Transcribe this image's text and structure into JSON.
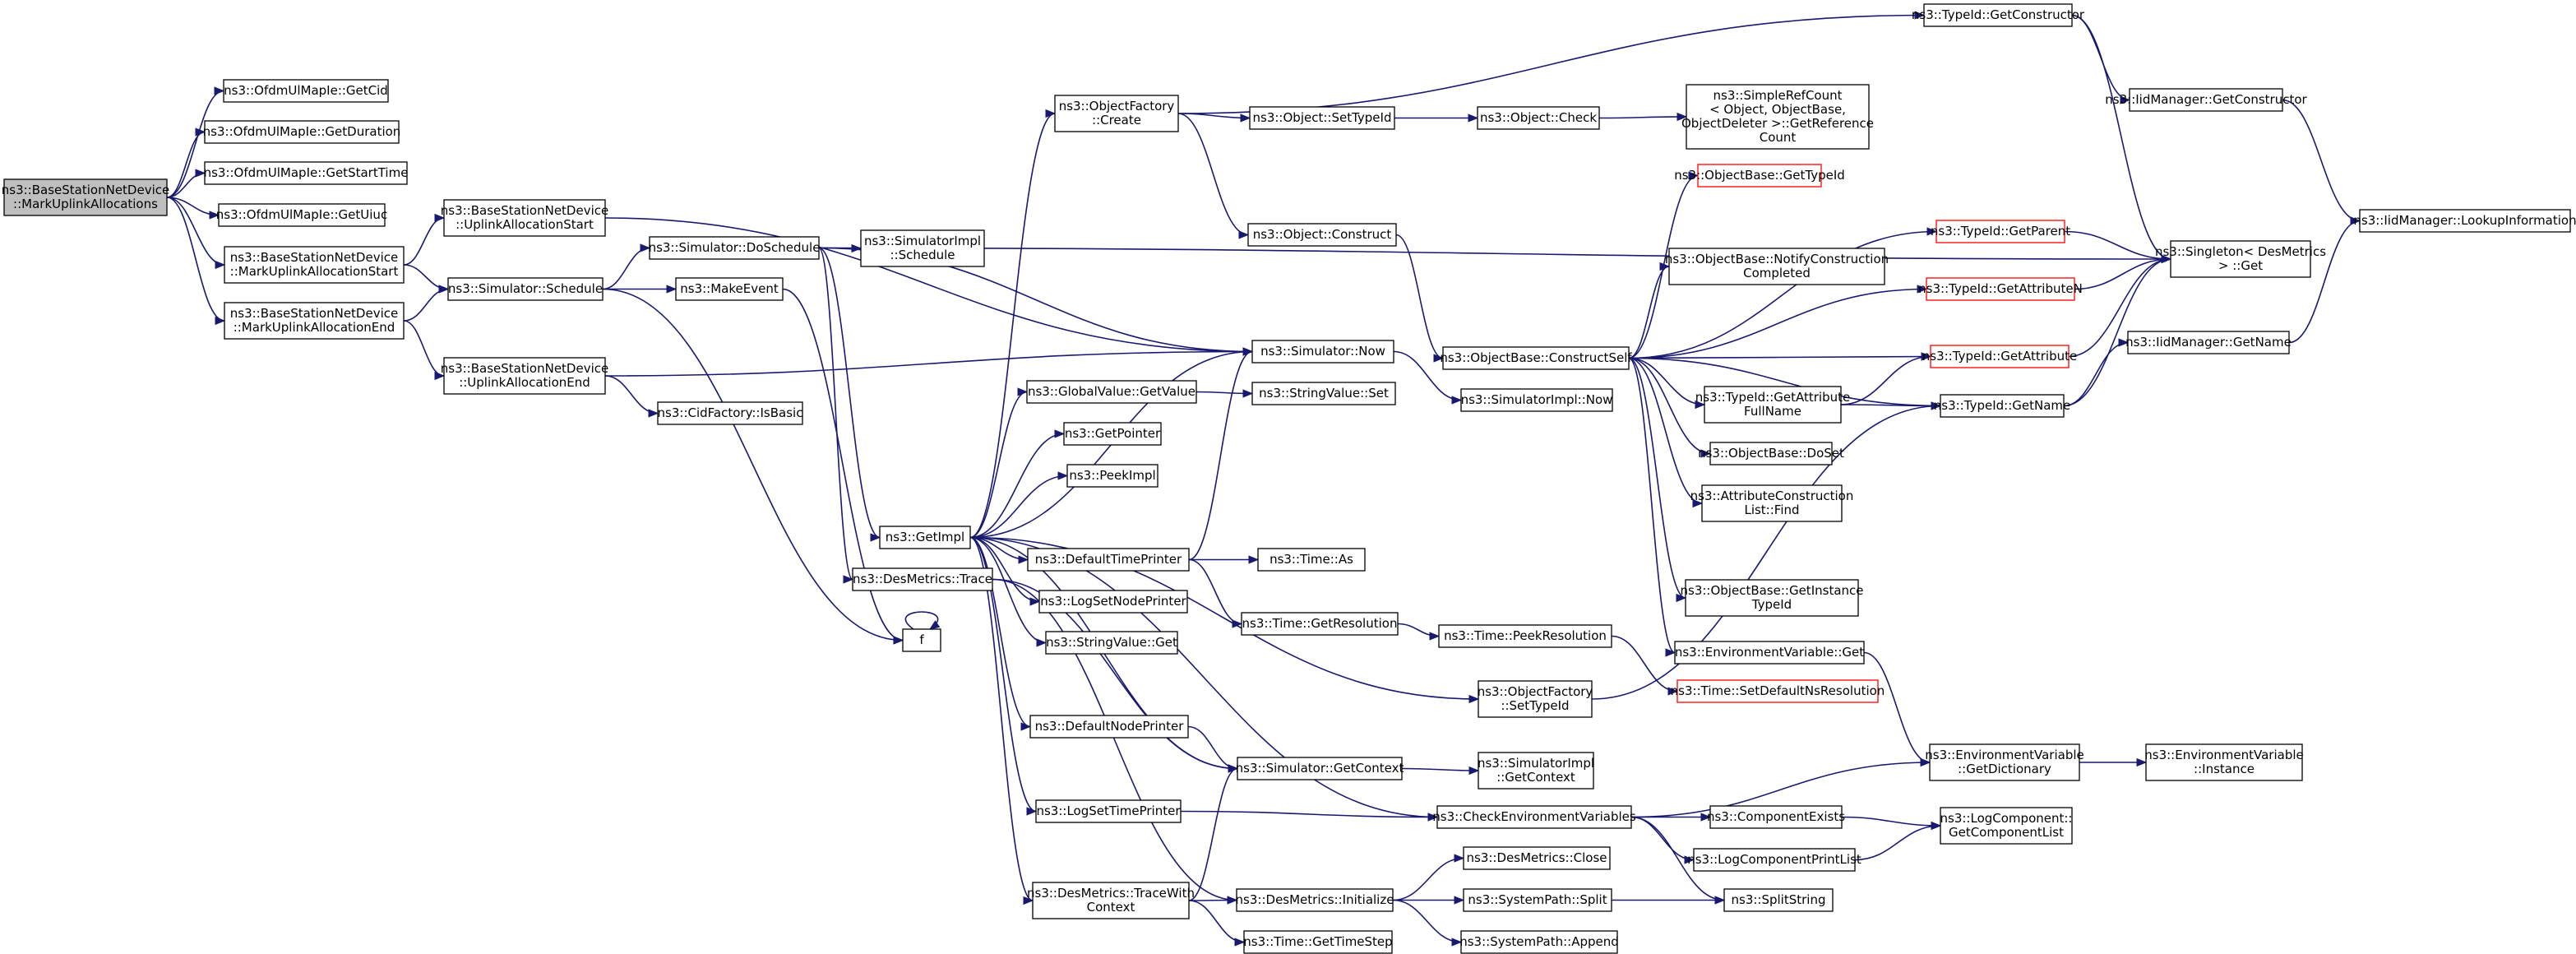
{
  "diagram": {
    "nodes": [
      {
        "id": "root",
        "lines": [
          "ns3::BaseStationNetDevice",
          "::MarkUplinkAllocations"
        ],
        "style": "root"
      },
      {
        "id": "getcid",
        "lines": [
          "ns3::OfdmUlMapIe::GetCid"
        ]
      },
      {
        "id": "getduration",
        "lines": [
          "ns3::OfdmUlMapIe::GetDuration"
        ]
      },
      {
        "id": "getstarttime",
        "lines": [
          "ns3::OfdmUlMapIe::GetStartTime"
        ]
      },
      {
        "id": "getuiuc",
        "lines": [
          "ns3::OfdmUlMapIe::GetUiuc"
        ]
      },
      {
        "id": "markstart",
        "lines": [
          "ns3::BaseStationNetDevice",
          "::MarkUplinkAllocationStart"
        ]
      },
      {
        "id": "markend",
        "lines": [
          "ns3::BaseStationNetDevice",
          "::MarkUplinkAllocationEnd"
        ]
      },
      {
        "id": "ulstart",
        "lines": [
          "ns3::BaseStationNetDevice",
          "::UplinkAllocationStart"
        ]
      },
      {
        "id": "ulend",
        "lines": [
          "ns3::BaseStationNetDevice",
          "::UplinkAllocationEnd"
        ]
      },
      {
        "id": "schedule",
        "lines": [
          "ns3::Simulator::Schedule"
        ]
      },
      {
        "id": "doschedule",
        "lines": [
          "ns3::Simulator::DoSchedule"
        ]
      },
      {
        "id": "cidisbasic",
        "lines": [
          "ns3::CidFactory::IsBasic"
        ]
      },
      {
        "id": "simimplschedule",
        "lines": [
          "ns3::SimulatorImpl",
          "::Schedule"
        ]
      },
      {
        "id": "makeevent",
        "lines": [
          "ns3::MakeEvent"
        ]
      },
      {
        "id": "getimpl",
        "lines": [
          "ns3::GetImpl"
        ]
      },
      {
        "id": "destrace",
        "lines": [
          "ns3::DesMetrics::Trace"
        ]
      },
      {
        "id": "f",
        "lines": [
          "f"
        ]
      },
      {
        "id": "ofcreate",
        "lines": [
          "ns3::ObjectFactory",
          "::Create"
        ]
      },
      {
        "id": "globalget",
        "lines": [
          "ns3::GlobalValue::GetValue"
        ]
      },
      {
        "id": "getpointer",
        "lines": [
          "ns3::GetPointer"
        ]
      },
      {
        "id": "peekimpl",
        "lines": [
          "ns3::PeekImpl"
        ]
      },
      {
        "id": "deftimeprinter",
        "lines": [
          "ns3::DefaultTimePrinter"
        ]
      },
      {
        "id": "logsetnode",
        "lines": [
          "ns3::LogSetNodePrinter"
        ]
      },
      {
        "id": "stringget",
        "lines": [
          "ns3::StringValue::Get"
        ]
      },
      {
        "id": "defnodeprinter",
        "lines": [
          "ns3::DefaultNodePrinter"
        ]
      },
      {
        "id": "logsettime",
        "lines": [
          "ns3::LogSetTimePrinter"
        ]
      },
      {
        "id": "tracewithctx",
        "lines": [
          "ns3::DesMetrics::TraceWith",
          "Context"
        ]
      },
      {
        "id": "setobjtypeid",
        "lines": [
          "ns3::Object::SetTypeId"
        ]
      },
      {
        "id": "objconstruct",
        "lines": [
          "ns3::Object::Construct"
        ]
      },
      {
        "id": "simnow",
        "lines": [
          "ns3::Simulator::Now"
        ]
      },
      {
        "id": "stringset",
        "lines": [
          "ns3::StringValue::Set"
        ]
      },
      {
        "id": "timeas",
        "lines": [
          "ns3::Time::As"
        ]
      },
      {
        "id": "getres",
        "lines": [
          "ns3::Time::GetResolution"
        ]
      },
      {
        "id": "simgetctx",
        "lines": [
          "ns3::Simulator::GetContext"
        ]
      },
      {
        "id": "desinit",
        "lines": [
          "ns3::DesMetrics::Initialize"
        ]
      },
      {
        "id": "gettimestep",
        "lines": [
          "ns3::Time::GetTimeStep"
        ]
      },
      {
        "id": "objcheck",
        "lines": [
          "ns3::Object::Check"
        ]
      },
      {
        "id": "constructself",
        "lines": [
          "ns3::ObjectBase::ConstructSelf"
        ]
      },
      {
        "id": "simimplnow",
        "lines": [
          "ns3::SimulatorImpl::Now"
        ]
      },
      {
        "id": "peekres",
        "lines": [
          "ns3::Time::PeekResolution"
        ]
      },
      {
        "id": "ofsettypeid",
        "lines": [
          "ns3::ObjectFactory",
          "::SetTypeId"
        ]
      },
      {
        "id": "simimplctx",
        "lines": [
          "ns3::SimulatorImpl",
          "::GetContext"
        ]
      },
      {
        "id": "checkenv",
        "lines": [
          "ns3::CheckEnvironmentVariables"
        ]
      },
      {
        "id": "desclose",
        "lines": [
          "ns3::DesMetrics::Close"
        ]
      },
      {
        "id": "syssplit",
        "lines": [
          "ns3::SystemPath::Split"
        ]
      },
      {
        "id": "sysappend",
        "lines": [
          "ns3::SystemPath::Append"
        ]
      },
      {
        "id": "simplerefcount",
        "lines": [
          "ns3::SimpleRefCount",
          "< Object, ObjectBase,",
          "ObjectDeleter >::GetReference",
          "Count"
        ]
      },
      {
        "id": "obgettypeid",
        "lines": [
          "ns3::ObjectBase::GetTypeId"
        ],
        "style": "trunc"
      },
      {
        "id": "notifyconstr",
        "lines": [
          "ns3::ObjectBase::NotifyConstruction",
          "Completed"
        ]
      },
      {
        "id": "getattrfull",
        "lines": [
          "ns3::TypeId::GetAttribute",
          "FullName"
        ]
      },
      {
        "id": "obdoset",
        "lines": [
          "ns3::ObjectBase::DoSet"
        ]
      },
      {
        "id": "attrconstr",
        "lines": [
          "ns3::AttributeConstruction",
          "List::Find"
        ]
      },
      {
        "id": "obgetinst",
        "lines": [
          "ns3::ObjectBase::GetInstance",
          "TypeId"
        ]
      },
      {
        "id": "envget",
        "lines": [
          "ns3::EnvironmentVariable::Get"
        ]
      },
      {
        "id": "setdefns",
        "lines": [
          "ns3::Time::SetDefaultNsResolution"
        ],
        "style": "trunc"
      },
      {
        "id": "tigetconstructor",
        "lines": [
          "ns3::TypeId::GetConstructor"
        ]
      },
      {
        "id": "tigetparent",
        "lines": [
          "ns3::TypeId::GetParent"
        ],
        "style": "trunc"
      },
      {
        "id": "tigetattrn",
        "lines": [
          "ns3::TypeId::GetAttributeN"
        ],
        "style": "trunc"
      },
      {
        "id": "tigetattr",
        "lines": [
          "ns3::TypeId::GetAttribute"
        ],
        "style": "trunc"
      },
      {
        "id": "tigetname",
        "lines": [
          "ns3::TypeId::GetName"
        ]
      },
      {
        "id": "envdict",
        "lines": [
          "ns3::EnvironmentVariable",
          "::GetDictionary"
        ]
      },
      {
        "id": "compexists",
        "lines": [
          "ns3::ComponentExists"
        ]
      },
      {
        "id": "logcompprint",
        "lines": [
          "ns3::LogComponentPrintList"
        ]
      },
      {
        "id": "splitstring",
        "lines": [
          "ns3::SplitString"
        ]
      },
      {
        "id": "iidgetconstructor",
        "lines": [
          "ns3::IidManager::GetConstructor"
        ]
      },
      {
        "id": "singleton",
        "lines": [
          "ns3::Singleton< DesMetrics",
          "> ::Get"
        ]
      },
      {
        "id": "iidgetname",
        "lines": [
          "ns3::IidManager::GetName"
        ]
      },
      {
        "id": "envinstance",
        "lines": [
          "ns3::EnvironmentVariable",
          "::Instance"
        ]
      },
      {
        "id": "logcompget",
        "lines": [
          "ns3::LogComponent::",
          "GetComponentList"
        ]
      },
      {
        "id": "iidlookup",
        "lines": [
          "ns3::IidManager::LookupInformation"
        ]
      }
    ],
    "edges": [
      [
        "root",
        "getcid"
      ],
      [
        "root",
        "getduration"
      ],
      [
        "root",
        "getstarttime"
      ],
      [
        "root",
        "getuiuc"
      ],
      [
        "root",
        "markstart"
      ],
      [
        "root",
        "markend"
      ],
      [
        "markstart",
        "ulstart"
      ],
      [
        "markstart",
        "schedule"
      ],
      [
        "markend",
        "schedule"
      ],
      [
        "markend",
        "ulend"
      ],
      [
        "ulstart",
        "simnow"
      ],
      [
        "ulend",
        "simnow"
      ],
      [
        "ulend",
        "cidisbasic"
      ],
      [
        "schedule",
        "doschedule"
      ],
      [
        "schedule",
        "makeevent"
      ],
      [
        "schedule",
        "f"
      ],
      [
        "doschedule",
        "simimplschedule"
      ],
      [
        "doschedule",
        "simnow"
      ],
      [
        "doschedule",
        "getimpl"
      ],
      [
        "doschedule",
        "destrace"
      ],
      [
        "doschedule",
        "singleton"
      ],
      [
        "makeevent",
        "f"
      ],
      [
        "f",
        "f"
      ],
      [
        "getimpl",
        "ofcreate"
      ],
      [
        "getimpl",
        "globalget"
      ],
      [
        "getimpl",
        "getpointer"
      ],
      [
        "getimpl",
        "peekimpl"
      ],
      [
        "getimpl",
        "simnow"
      ],
      [
        "getimpl",
        "deftimeprinter"
      ],
      [
        "getimpl",
        "logsetnode"
      ],
      [
        "getimpl",
        "stringget"
      ],
      [
        "getimpl",
        "defnodeprinter"
      ],
      [
        "getimpl",
        "logsettime"
      ],
      [
        "getimpl",
        "tracewithctx"
      ],
      [
        "getimpl",
        "ofsettypeid"
      ],
      [
        "getimpl",
        "simgetctx"
      ],
      [
        "getimpl",
        "checkenv"
      ],
      [
        "destrace",
        "simgetctx"
      ],
      [
        "destrace",
        "desinit"
      ],
      [
        "ofcreate",
        "tigetconstructor"
      ],
      [
        "ofcreate",
        "setobjtypeid"
      ],
      [
        "ofcreate",
        "objconstruct"
      ],
      [
        "setobjtypeid",
        "objcheck"
      ],
      [
        "objcheck",
        "simplerefcount"
      ],
      [
        "objconstruct",
        "constructself"
      ],
      [
        "globalget",
        "stringset"
      ],
      [
        "deftimeprinter",
        "simnow"
      ],
      [
        "deftimeprinter",
        "timeas"
      ],
      [
        "deftimeprinter",
        "getres"
      ],
      [
        "defnodeprinter",
        "simgetctx"
      ],
      [
        "logsettime",
        "checkenv"
      ],
      [
        "tracewithctx",
        "simgetctx"
      ],
      [
        "tracewithctx",
        "desinit"
      ],
      [
        "tracewithctx",
        "gettimestep"
      ],
      [
        "getres",
        "peekres"
      ],
      [
        "peekres",
        "setdefns"
      ],
      [
        "simnow",
        "simimplnow"
      ],
      [
        "simgetctx",
        "simimplctx"
      ],
      [
        "ofsettypeid",
        "tigetname"
      ],
      [
        "desinit",
        "desclose"
      ],
      [
        "desinit",
        "syssplit"
      ],
      [
        "desinit",
        "sysappend"
      ],
      [
        "syssplit",
        "splitstring"
      ],
      [
        "checkenv",
        "envdict"
      ],
      [
        "checkenv",
        "compexists"
      ],
      [
        "checkenv",
        "logcompprint"
      ],
      [
        "checkenv",
        "splitstring"
      ],
      [
        "constructself",
        "obgettypeid"
      ],
      [
        "constructself",
        "tigetparent"
      ],
      [
        "constructself",
        "notifyconstr"
      ],
      [
        "constructself",
        "tigetattrn"
      ],
      [
        "constructself",
        "tigetattr"
      ],
      [
        "constructself",
        "getattrfull"
      ],
      [
        "constructself",
        "obdoset"
      ],
      [
        "constructself",
        "attrconstr"
      ],
      [
        "constructself",
        "tigetname"
      ],
      [
        "constructself",
        "obgetinst"
      ],
      [
        "constructself",
        "envget"
      ],
      [
        "getattrfull",
        "tigetattr"
      ],
      [
        "getattrfull",
        "tigetname"
      ],
      [
        "envget",
        "envdict"
      ],
      [
        "tigetconstructor",
        "singleton"
      ],
      [
        "tigetconstructor",
        "iidgetconstructor"
      ],
      [
        "tigetparent",
        "singleton"
      ],
      [
        "tigetattrn",
        "singleton"
      ],
      [
        "tigetattr",
        "singleton"
      ],
      [
        "tigetname",
        "singleton"
      ],
      [
        "tigetname",
        "iidgetname"
      ],
      [
        "envdict",
        "envinstance"
      ],
      [
        "compexists",
        "logcompget"
      ],
      [
        "logcompprint",
        "logcompget"
      ],
      [
        "iidgetconstructor",
        "iidlookup"
      ],
      [
        "iidgetname",
        "iidlookup"
      ]
    ]
  }
}
